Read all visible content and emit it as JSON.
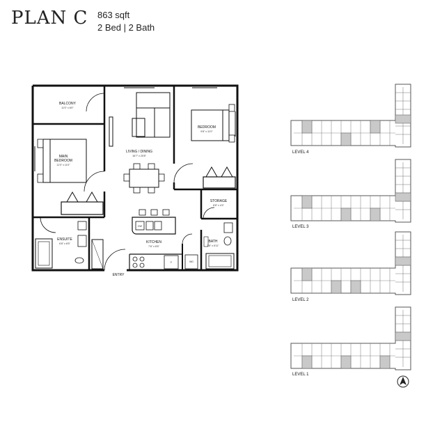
{
  "header": {
    "plan_name": "PLAN C",
    "area": "863 sqft",
    "rooms": "2 Bed  | 2 Bath"
  },
  "rooms": {
    "balcony": {
      "name": "BALCONY",
      "dim": "11'0\" x 6'0\""
    },
    "living": {
      "name": "LIVING / DINING",
      "dim": "16'7\" x 20'8\""
    },
    "bedroom": {
      "name": "BEDROOM",
      "dim": "9'8\" x 11'0\""
    },
    "main_bedroom": {
      "name1": "MAIN",
      "name2": "BEDROOM",
      "dim": "11'0\" x 11'0\""
    },
    "storage": {
      "name": "STORAGE",
      "dim": "8'8\" x 4'4\""
    },
    "ensuite": {
      "name": "ENSUITE",
      "dim": "6'8\" x 8'5\""
    },
    "kitchen": {
      "name": "KITCHEN",
      "dim": "7'6\" x 8'6\""
    },
    "bath": {
      "name": "BATH",
      "dim": "7'6\" x 6'11\""
    },
    "entry": "ENTRY",
    "dw": "DW",
    "wd": "WD",
    "fridge": "F"
  },
  "levels": [
    "LEVEL 4",
    "LEVEL 3",
    "LEVEL 2",
    "LEVEL 1"
  ],
  "colors": {
    "wall": "#111111",
    "highlight": "#c9c9c9",
    "outline": "#555555"
  },
  "icons": {
    "compass": "north-arrow-icon"
  }
}
